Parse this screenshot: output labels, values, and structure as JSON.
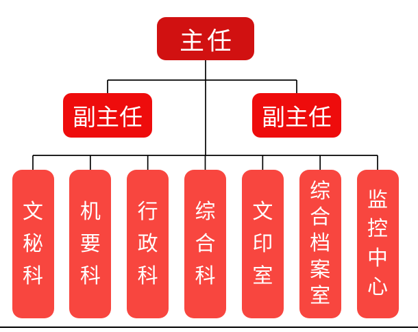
{
  "org_chart": {
    "root": {
      "label": "主任"
    },
    "deputies": [
      {
        "label": "副主任"
      },
      {
        "label": "副主任"
      }
    ],
    "departments": [
      {
        "label": "文秘科"
      },
      {
        "label": "机要科"
      },
      {
        "label": "行政科"
      },
      {
        "label": "综合科"
      },
      {
        "label": "文印室"
      },
      {
        "label": "综合档案室"
      },
      {
        "label": "监控中心"
      }
    ],
    "colors": {
      "root_fill": "#d11111",
      "deputy_fill": "#ee0c0c",
      "department_fill": "#f8463f",
      "label_text": "#ffffff",
      "connector": "#000000"
    }
  }
}
